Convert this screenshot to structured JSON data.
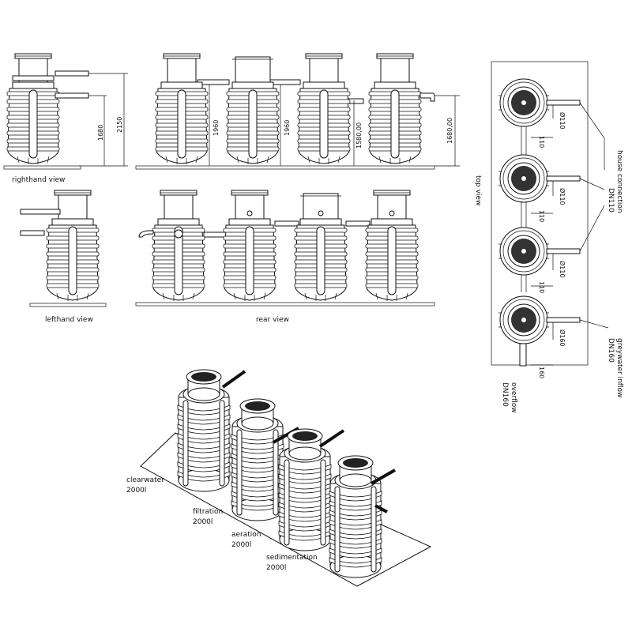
{
  "views": {
    "righthand": "righthand view",
    "lefthand": "lefthand view",
    "rear": "rear view",
    "top": "top view"
  },
  "dimensions": {
    "side_top": "2150",
    "side_inner": "1680",
    "front_1": "1960",
    "front_2": "1960",
    "front_3": "1580,00",
    "front_right": "1680,00",
    "top_pipe_1": "Ø110",
    "top_pipe_2": "Ø110",
    "top_pipe_3": "Ø110",
    "top_pipe_4": "Ø160",
    "top_gap_1": "110",
    "top_gap_2": "110",
    "top_gap_3": "110",
    "top_gap_4": "160"
  },
  "top_labels": {
    "house_connection": "house connection",
    "house_connection_dn": "DN110",
    "greywater_inflow": "greywater inflow",
    "greywater_inflow_dn": "DN160",
    "overflow": "overflow",
    "overflow_dn": "DN160"
  },
  "tanks": [
    {
      "name": "clearwater",
      "volume": "2000l"
    },
    {
      "name": "filtration",
      "volume": "2000l"
    },
    {
      "name": "aeration",
      "volume": "2000l"
    },
    {
      "name": "sedimentation",
      "volume": "2000l"
    }
  ],
  "colors": {
    "line": "#111111",
    "background": "#ffffff"
  }
}
